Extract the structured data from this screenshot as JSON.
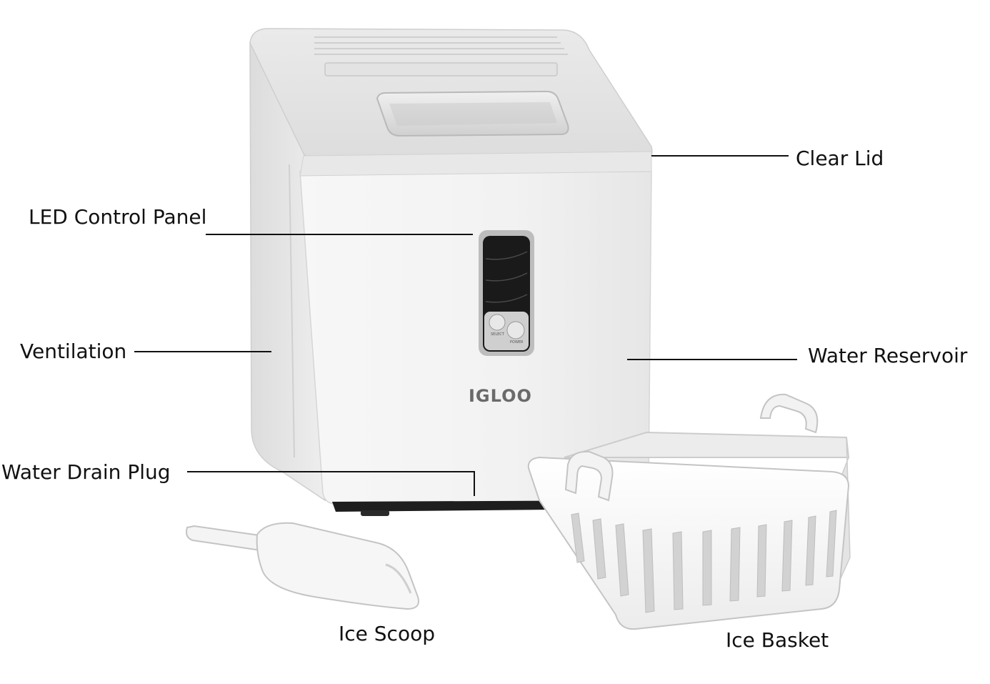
{
  "labels": {
    "clear_lid": "Clear Lid",
    "led_control_panel": "LED Control Panel",
    "ventilation": "Ventilation",
    "water_reservoir": "Water Reservoir",
    "water_drain_plug": "Water Drain Plug",
    "ice_scoop": "Ice Scoop",
    "ice_basket": "Ice Basket"
  },
  "product": {
    "brand_logo": "IGLOO",
    "panel_buttons": {
      "select": "SELECT",
      "power": "POWER"
    },
    "panel_icons": [
      "ice-size-icon",
      "water-icon",
      "small-ice-icon",
      "large-ice-icon",
      "ice-full-icon",
      "add-water-icon",
      "select-icon",
      "power-icon"
    ]
  },
  "colors": {
    "body": "#f4f4f4",
    "shadow": "#d9d9d9",
    "panel": "#1a1a1a",
    "line": "#111111"
  }
}
